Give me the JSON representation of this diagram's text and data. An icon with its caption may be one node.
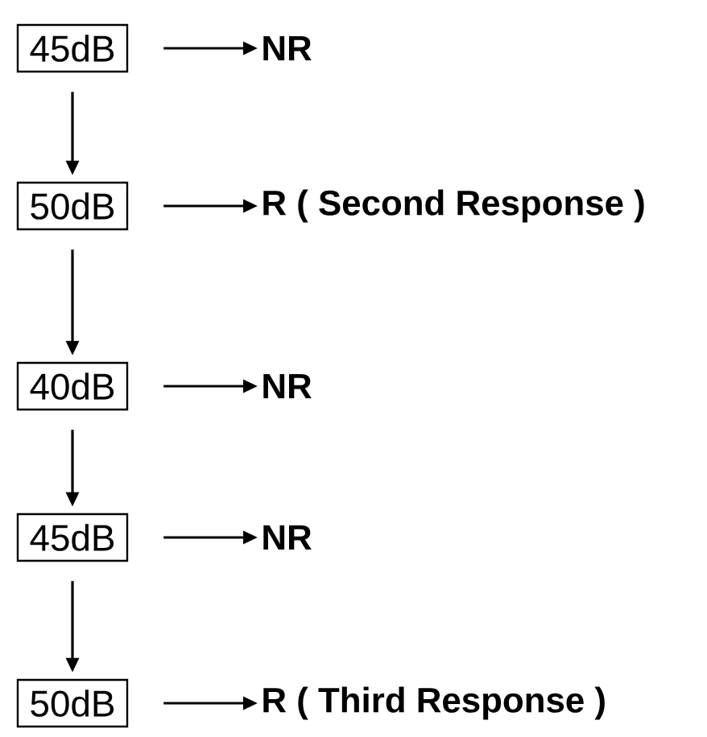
{
  "diagram": {
    "nodes": [
      {
        "text": [
          "45dB"
        ]
      },
      {
        "text": [
          "NR"
        ]
      },
      {
        "text": [
          "50dB"
        ]
      },
      {
        "text": [
          "R ( Second Response )"
        ]
      },
      {
        "text": [
          "40dB"
        ]
      },
      {
        "text": [
          "NR"
        ]
      },
      {
        "text": [
          "45dB"
        ]
      },
      {
        "text": [
          "NR"
        ]
      },
      {
        "text": [
          "50dB"
        ]
      },
      {
        "text": [
          "R ( Third Response )"
        ]
      }
    ],
    "edges": [
      {
        "from": 0,
        "to": 1,
        "arrow": "to"
      },
      {
        "from": 0,
        "to": 2,
        "arrow": "to"
      },
      {
        "from": 2,
        "to": 3,
        "arrow": "to"
      },
      {
        "from": 2,
        "to": 4,
        "arrow": "to"
      },
      {
        "from": 4,
        "to": 5,
        "arrow": "to"
      },
      {
        "from": 4,
        "to": 6,
        "arrow": "to"
      },
      {
        "from": 6,
        "to": 7,
        "arrow": "to"
      },
      {
        "from": 6,
        "to": 8,
        "arrow": "to"
      },
      {
        "from": 8,
        "to": 9,
        "arrow": "to"
      }
    ]
  }
}
